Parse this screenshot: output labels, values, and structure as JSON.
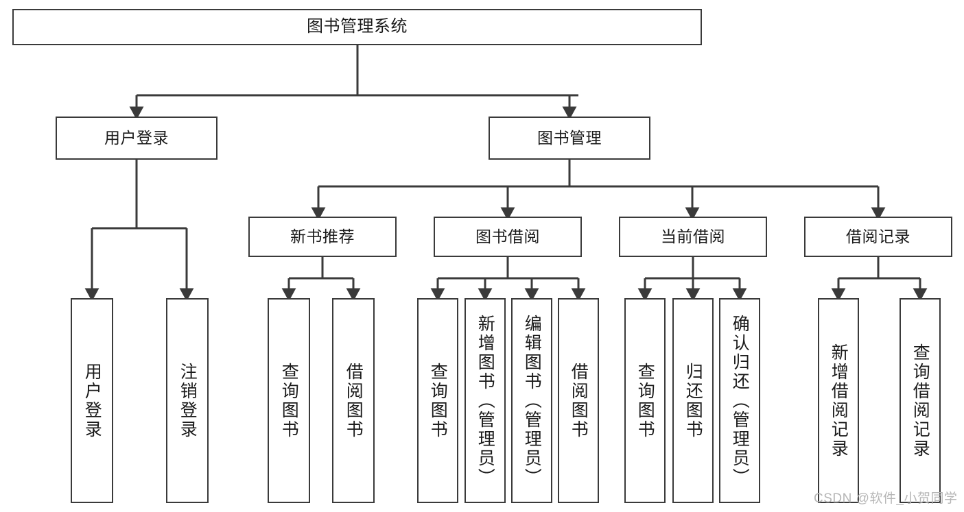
{
  "diagram": {
    "title": "图书管理系统",
    "type": "tree-hierarchy-functional-structure",
    "stroke_color": "#3a3a3a",
    "fill_color": "#ffffff",
    "text_color": "#1b1b1b",
    "watermark": "CSDN @软件_小贺同学",
    "levels": [
      {
        "level": 1,
        "nodes": [
          {
            "id": "root",
            "label": "图书管理系统"
          }
        ]
      },
      {
        "level": 2,
        "nodes": [
          {
            "id": "user-login",
            "label": "用户登录",
            "parent": "root"
          },
          {
            "id": "book-manage",
            "label": "图书管理",
            "parent": "root"
          }
        ]
      },
      {
        "level": 3,
        "nodes": [
          {
            "id": "new-book-rec",
            "label": "新书推荐",
            "parent": "book-manage"
          },
          {
            "id": "book-borrow",
            "label": "图书借阅",
            "parent": "book-manage"
          },
          {
            "id": "current-borrow",
            "label": "当前借阅",
            "parent": "book-manage"
          },
          {
            "id": "borrow-record",
            "label": "借阅记录",
            "parent": "book-manage"
          }
        ]
      },
      {
        "level": 4,
        "nodes": [
          {
            "id": "leaf-user-login",
            "label": "用户登录",
            "parent": "user-login"
          },
          {
            "id": "leaf-user-logout",
            "label": "注销登录",
            "parent": "user-login"
          },
          {
            "id": "leaf-query-book-1",
            "label": "查询图书",
            "parent": "new-book-rec"
          },
          {
            "id": "leaf-borrow-book-1",
            "label": "借阅图书",
            "parent": "new-book-rec"
          },
          {
            "id": "leaf-query-book-2",
            "label": "查询图书",
            "parent": "book-borrow"
          },
          {
            "id": "leaf-add-book",
            "label": "新增图书（管理员）",
            "parent": "book-borrow"
          },
          {
            "id": "leaf-edit-book",
            "label": "编辑图书（管理员）",
            "parent": "book-borrow"
          },
          {
            "id": "leaf-borrow-book-2",
            "label": "借阅图书",
            "parent": "book-borrow"
          },
          {
            "id": "leaf-query-book-3",
            "label": "查询图书",
            "parent": "current-borrow"
          },
          {
            "id": "leaf-return-book",
            "label": "归还图书",
            "parent": "current-borrow"
          },
          {
            "id": "leaf-confirm-return",
            "label": "确认归还（管理员）",
            "parent": "current-borrow"
          },
          {
            "id": "leaf-add-record",
            "label": "新增借阅记录",
            "parent": "borrow-record"
          },
          {
            "id": "leaf-query-record",
            "label": "查询借阅记录",
            "parent": "borrow-record"
          }
        ]
      }
    ]
  }
}
